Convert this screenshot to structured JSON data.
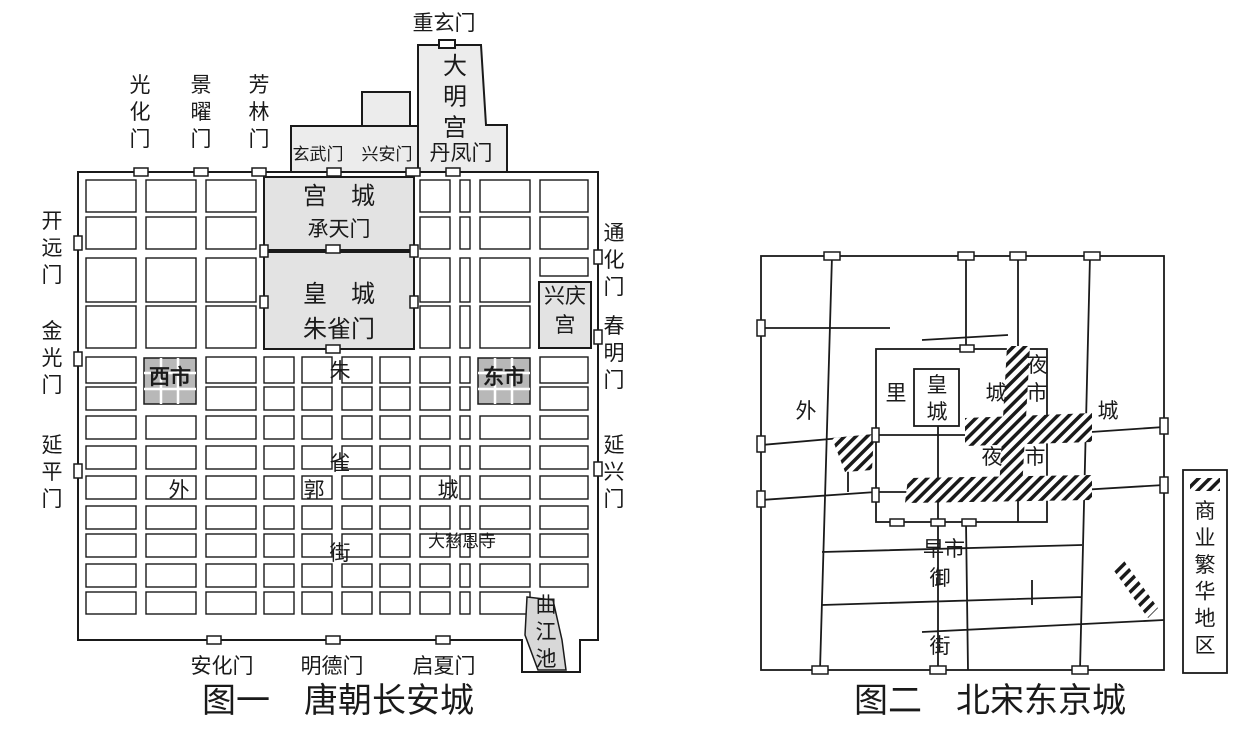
{
  "fig1": {
    "caption": "图一　唐朝长安城",
    "gates": {
      "north_top": "重玄门",
      "north_left": [
        "光化门",
        "景曜门",
        "芳林门"
      ],
      "north_palace": [
        "玄武门",
        "兴安门",
        "丹凤门"
      ],
      "west": [
        "开远门",
        "金光门",
        "延平门"
      ],
      "east": [
        "通化门",
        "春明门",
        "延兴门"
      ],
      "south": [
        "安化门",
        "明德门",
        "启夏门"
      ],
      "inner": [
        "承天门",
        "朱雀门"
      ]
    },
    "areas": {
      "daming_palace": "大明宫",
      "palace_city": "宫　城",
      "imperial_city": "皇　城",
      "xingqing_palace": [
        "兴庆",
        "宫"
      ],
      "west_market": "西市",
      "east_market": "东市",
      "outer_city": [
        "外",
        "郭",
        "城"
      ],
      "zhuque_street": [
        "朱",
        "雀",
        "街"
      ],
      "dayan_temple": "大慈恩寺",
      "qujiang_pool": "曲江池"
    }
  },
  "fig2": {
    "caption": "图二　北宋东京城",
    "labels": {
      "outer_city": [
        "外",
        "城"
      ],
      "inner_city": [
        "里",
        "城"
      ],
      "imperial_city": "皇城",
      "night_market_1": [
        "夜",
        "市"
      ],
      "night_market_2": [
        "夜",
        "市"
      ],
      "morning_market": "早市",
      "imperial_street": [
        "御",
        "街"
      ]
    },
    "legend": {
      "label": "商业繁华地区"
    }
  }
}
